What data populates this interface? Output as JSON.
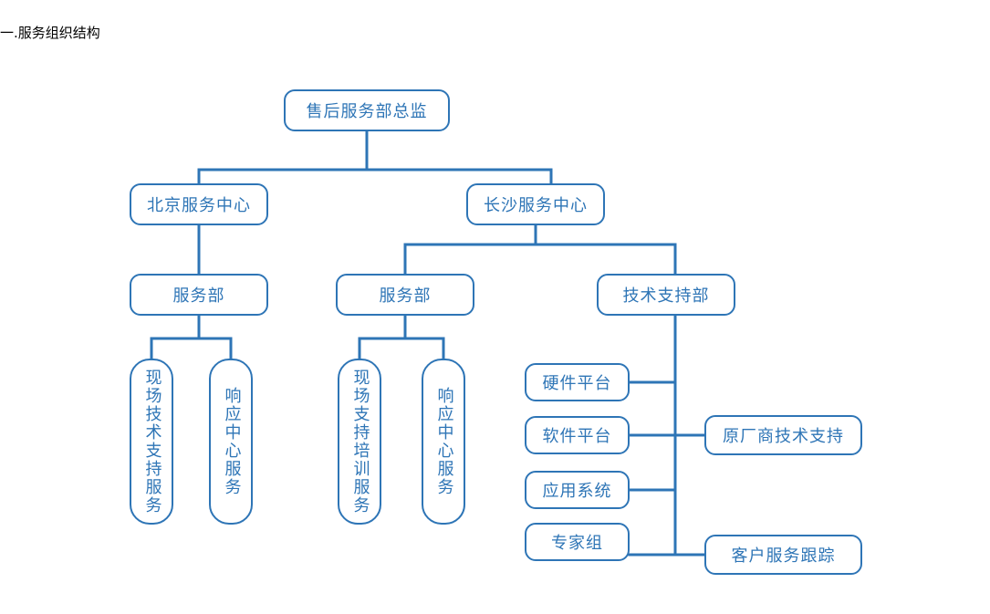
{
  "page": {
    "title": "一.服务组织结构",
    "accent_color": "#2E75B6",
    "background_color": "#ffffff",
    "text_color": "#2E75B6"
  },
  "chart_data": {
    "type": "diagram",
    "diagram_kind": "organization-chart",
    "title": "一.服务组织结构",
    "orientation": "top-down",
    "nodes": [
      {
        "id": "n1",
        "label": "售后服务部总监",
        "level": 0,
        "text_direction": "horizontal"
      },
      {
        "id": "n2",
        "label": "北京服务中心",
        "level": 1,
        "text_direction": "horizontal"
      },
      {
        "id": "n3",
        "label": "长沙服务中心",
        "level": 1,
        "text_direction": "horizontal"
      },
      {
        "id": "n4",
        "label": "服务部",
        "level": 2,
        "text_direction": "horizontal"
      },
      {
        "id": "n5",
        "label": "服务部",
        "level": 2,
        "text_direction": "horizontal"
      },
      {
        "id": "n6",
        "label": "技术支持部",
        "level": 2,
        "text_direction": "horizontal"
      },
      {
        "id": "n7",
        "label": "现场技术支持服务",
        "level": 3,
        "text_direction": "vertical"
      },
      {
        "id": "n8",
        "label": "响应中心服务",
        "level": 3,
        "text_direction": "vertical"
      },
      {
        "id": "n9",
        "label": "现场支持培训服务",
        "level": 3,
        "text_direction": "vertical"
      },
      {
        "id": "n10",
        "label": "响应中心服务",
        "level": 3,
        "text_direction": "vertical"
      },
      {
        "id": "n11",
        "label": "硬件平台",
        "level": 3,
        "text_direction": "horizontal"
      },
      {
        "id": "n12",
        "label": "软件平台",
        "level": 3,
        "text_direction": "horizontal"
      },
      {
        "id": "n13",
        "label": "应用系统",
        "level": 3,
        "text_direction": "horizontal"
      },
      {
        "id": "n14",
        "label": "专家组",
        "level": 3,
        "text_direction": "horizontal"
      },
      {
        "id": "n15",
        "label": "原厂商技术支持",
        "level": 3,
        "text_direction": "horizontal"
      },
      {
        "id": "n16",
        "label": "客户服务跟踪",
        "level": 3,
        "text_direction": "horizontal"
      }
    ],
    "edges": [
      {
        "from": "n1",
        "to": "n2"
      },
      {
        "from": "n1",
        "to": "n3"
      },
      {
        "from": "n2",
        "to": "n4"
      },
      {
        "from": "n3",
        "to": "n5"
      },
      {
        "from": "n3",
        "to": "n6"
      },
      {
        "from": "n4",
        "to": "n7"
      },
      {
        "from": "n4",
        "to": "n8"
      },
      {
        "from": "n5",
        "to": "n9"
      },
      {
        "from": "n5",
        "to": "n10"
      },
      {
        "from": "n6",
        "to": "n11"
      },
      {
        "from": "n6",
        "to": "n12"
      },
      {
        "from": "n6",
        "to": "n13"
      },
      {
        "from": "n6",
        "to": "n14"
      },
      {
        "from": "n6",
        "to": "n15"
      },
      {
        "from": "n6",
        "to": "n16"
      }
    ]
  }
}
